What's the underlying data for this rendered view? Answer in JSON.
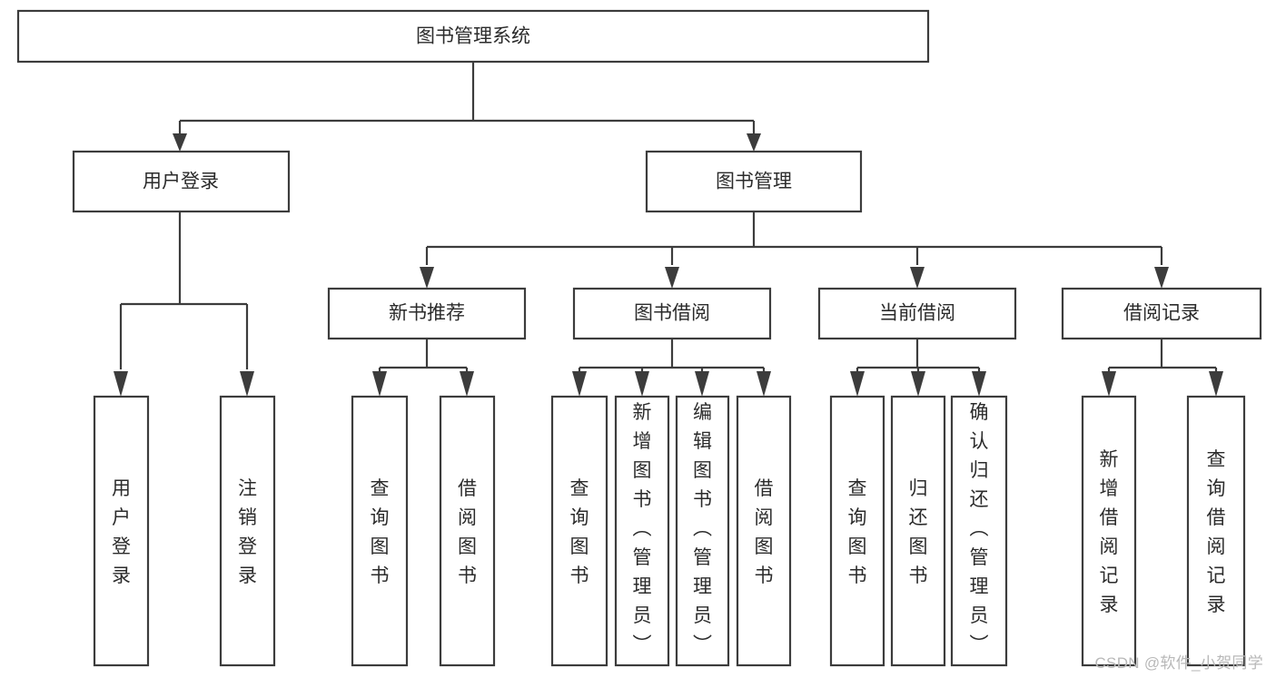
{
  "diagram": {
    "type": "tree-hierarchy-chart",
    "title": "图书管理系统",
    "watermark": "CSDN @软件_小贺同学",
    "colors": {
      "stroke": "#3c3c3c",
      "fill": "#ffffff",
      "text": "#2b2b2b",
      "watermark": "#b8b8b8",
      "background": "#ffffff"
    },
    "nodes": {
      "root": {
        "label": "图书管理系统",
        "orientation": "horizontal"
      },
      "level2": [
        {
          "id": "user-login",
          "label": "用户登录",
          "orientation": "horizontal"
        },
        {
          "id": "book-manage",
          "label": "图书管理",
          "orientation": "horizontal"
        }
      ],
      "level3": [
        {
          "id": "new-book-recommend",
          "label": "新书推荐",
          "orientation": "horizontal"
        },
        {
          "id": "book-borrow",
          "label": "图书借阅",
          "orientation": "horizontal"
        },
        {
          "id": "current-borrow",
          "label": "当前借阅",
          "orientation": "horizontal"
        },
        {
          "id": "borrow-record",
          "label": "借阅记录",
          "orientation": "horizontal"
        }
      ],
      "leaves": [
        {
          "id": "leaf-user-login",
          "parent": "user-login",
          "label": "用户登录",
          "orientation": "vertical"
        },
        {
          "id": "leaf-logout-login",
          "parent": "user-login",
          "label": "注销登录",
          "orientation": "vertical"
        },
        {
          "id": "leaf-query-book-1",
          "parent": "new-book-recommend",
          "label": "查询图书",
          "orientation": "vertical"
        },
        {
          "id": "leaf-borrow-book-1",
          "parent": "new-book-recommend",
          "label": "借阅图书",
          "orientation": "vertical"
        },
        {
          "id": "leaf-query-book-2",
          "parent": "book-borrow",
          "label": "查询图书",
          "orientation": "vertical"
        },
        {
          "id": "leaf-add-book",
          "parent": "book-borrow",
          "label": "新增图书（管理员）",
          "orientation": "vertical"
        },
        {
          "id": "leaf-edit-book",
          "parent": "book-borrow",
          "label": "编辑图书（管理员）",
          "orientation": "vertical"
        },
        {
          "id": "leaf-borrow-book-2",
          "parent": "book-borrow",
          "label": "借阅图书",
          "orientation": "vertical"
        },
        {
          "id": "leaf-query-book-3",
          "parent": "current-borrow",
          "label": "查询图书",
          "orientation": "vertical"
        },
        {
          "id": "leaf-return-book",
          "parent": "current-borrow",
          "label": "归还图书",
          "orientation": "vertical"
        },
        {
          "id": "leaf-confirm-return",
          "parent": "current-borrow",
          "label": "确认归还（管理员）",
          "orientation": "vertical"
        },
        {
          "id": "leaf-add-record",
          "parent": "borrow-record",
          "label": "新增借阅记录",
          "orientation": "vertical"
        },
        {
          "id": "leaf-query-record",
          "parent": "borrow-record",
          "label": "查询借阅记录",
          "orientation": "vertical"
        }
      ]
    }
  }
}
